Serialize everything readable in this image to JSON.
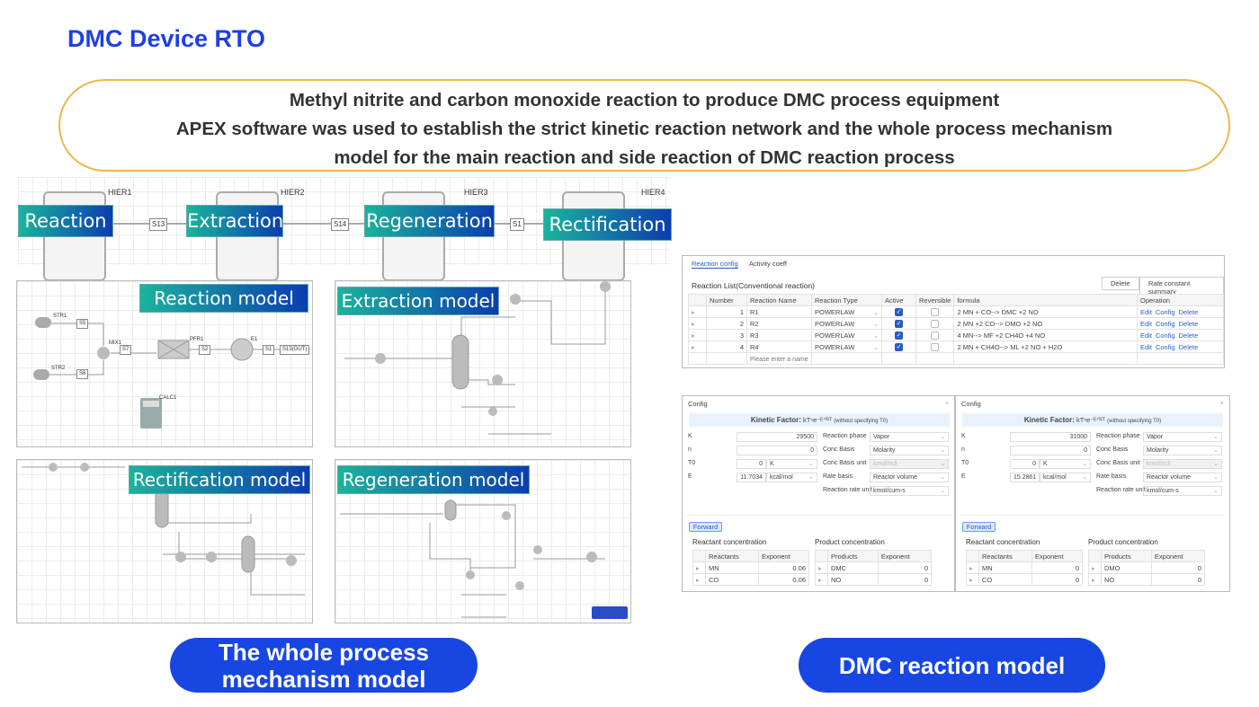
{
  "title": "DMC Device RTO",
  "banner": {
    "line1": "Methyl nitrite and carbon monoxide reaction to produce DMC process equipment",
    "line2": "APEX software was used to establish the strict kinetic reaction network and the whole process mechanism",
    "line3": "model for the main reaction and side reaction of DMC reaction process"
  },
  "hier": {
    "blocks": [
      {
        "label": "Reaction",
        "id": "HIER1"
      },
      {
        "label": "Extraction",
        "id": "HIER2"
      },
      {
        "label": "Regeneration",
        "id": "HIER3"
      },
      {
        "label": "Rectification",
        "id": "HIER4"
      }
    ],
    "streams": [
      "S13",
      "S14",
      "S1"
    ]
  },
  "panels": {
    "reaction": {
      "tag": "Reaction model",
      "nodes": {
        "str1": "STR1",
        "str2": "STR2",
        "mix": "MIX1",
        "pfr": "PFR1",
        "e1": "E1",
        "calc": "CALC1"
      },
      "streams": {
        "s5": "S5",
        "s6": "S6",
        "s7": "S7",
        "s2": "S2",
        "s1": "S1",
        "out": "S13(OUT)"
      }
    },
    "extraction": {
      "tag": "Extraction model"
    },
    "rectification": {
      "tag": "Rectification model"
    },
    "regeneration": {
      "tag": "Regeneration model"
    }
  },
  "buttons": {
    "whole": "The whole process mechanism model",
    "dmc": "DMC reaction model"
  },
  "reaction_list": {
    "tabs": [
      "Reaction config",
      "Activity coeff"
    ],
    "heading": "Reaction List(Conventional reaction)",
    "delete": "Delete",
    "summary": "Rate constant summary",
    "columns": [
      "Number",
      "Reaction Name",
      "Reaction Type",
      "Active",
      "Reversible",
      "formula",
      "Operation"
    ],
    "rows": [
      {
        "n": "1",
        "name": "R1",
        "type": "POWERLAW",
        "formula": "2 MN + CO--> DMC +2 NO"
      },
      {
        "n": "2",
        "name": "R2",
        "type": "POWERLAW",
        "formula": "2 MN +2 CO--> DMO +2 NO"
      },
      {
        "n": "3",
        "name": "R3",
        "type": "POWERLAW",
        "formula": "4 MN--> MF +2 CH4O +4 NO"
      },
      {
        "n": "4",
        "name": "R4",
        "type": "POWERLAW",
        "formula": "2 MN + CH4O--> ML +2 NO + H2O"
      }
    ],
    "ops": [
      "Edit",
      "Config",
      "Delete"
    ],
    "placeholder": "Please enter a name"
  },
  "configs": [
    {
      "title": "Config",
      "kf_label": "Kinetic Factor:",
      "kf_formula": "kTⁿe⁻ᴱᐟᴿᵀ",
      "kf_note": "(without specifying T0)",
      "K": "29500",
      "n": "0",
      "T0": "0",
      "T0_unit": "K",
      "E": "11.7034",
      "E_unit": "kcal/mol",
      "phase": "Vapor",
      "basis": "Molarity",
      "basis_unit": "kmol/m3",
      "rate_basis": "Reactor volume",
      "rate_unit": "kmol/cum-s",
      "forward": "Forward",
      "reactant_title": "Reactant concentration",
      "product_title": "Product concentration",
      "reactants": [
        [
          "MN",
          "0.06"
        ],
        [
          "CO",
          "0.06"
        ]
      ],
      "products": [
        [
          "DMC",
          "0"
        ],
        [
          "NO",
          "0"
        ]
      ]
    },
    {
      "title": "Config",
      "kf_label": "Kinetic Factor:",
      "kf_formula": "kTⁿe⁻ᴱᐟᴿᵀ",
      "kf_note": "(without specifying T0)",
      "K": "31000",
      "n": "0",
      "T0": "0",
      "T0_unit": "K",
      "E": "15.2861",
      "E_unit": "kcal/mol",
      "phase": "Vapor",
      "basis": "Molarity",
      "basis_unit": "kmol/m3",
      "rate_basis": "Reactor volume",
      "rate_unit": "kmol/cum-s",
      "forward": "Forward",
      "reactant_title": "Reactant concentration",
      "product_title": "Product concentration",
      "reactants": [
        [
          "MN",
          "0"
        ],
        [
          "CO",
          "0"
        ]
      ],
      "products": [
        [
          "DMO",
          "0"
        ],
        [
          "NO",
          "0"
        ]
      ]
    }
  ],
  "config_labels": {
    "K": "K",
    "n": "n",
    "T0": "T0",
    "E": "E",
    "phase": "Reaction phase",
    "basis": "Conc Basis",
    "basis_unit": "Conc Basis unit",
    "rate_basis": "Rate basis",
    "rate_unit": "Reaction rate unit",
    "reactants": "Reactants",
    "products": "Products",
    "exponent": "Exponent"
  }
}
